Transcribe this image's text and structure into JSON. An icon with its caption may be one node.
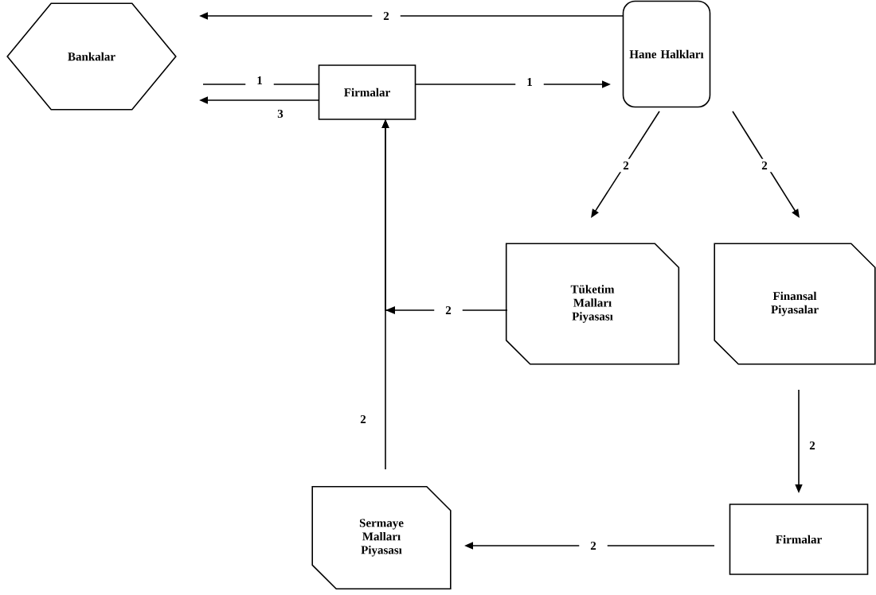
{
  "diagram": {
    "nodes": [
      {
        "text": [
          "Bankalar"
        ]
      },
      {
        "text": [
          "Firmalar"
        ]
      },
      {
        "text": [
          "Hane Halkları"
        ]
      },
      {
        "text": [
          "Tüketim Malları Piyasası"
        ]
      },
      {
        "text": [
          "Finansal Piyasalar"
        ]
      },
      {
        "text": [
          "Sermaye Malları Piyasası"
        ]
      },
      {
        "text": [
          "Firmalar"
        ]
      }
    ],
    "edges": [
      {
        "from": 2,
        "to": 0,
        "arrow": "to",
        "label": "2"
      },
      {
        "from": 1,
        "to": 0,
        "arrow": "none",
        "label": "1"
      },
      {
        "from": 1,
        "to": 0,
        "arrow": "to",
        "label": "3"
      },
      {
        "from": 1,
        "to": 2,
        "arrow": "to",
        "label": "1"
      },
      {
        "from": 2,
        "to": 3,
        "arrow": "to",
        "label": "2"
      },
      {
        "from": 2,
        "to": 4,
        "arrow": "to",
        "label": "2"
      },
      {
        "from": 3,
        "to": 1,
        "arrow": "to",
        "label": "2"
      },
      {
        "from": 5,
        "to": 1,
        "arrow": "to",
        "label": "2"
      },
      {
        "from": 4,
        "to": 6,
        "arrow": "to",
        "label": "2"
      },
      {
        "from": 6,
        "to": 5,
        "arrow": "to",
        "label": "2"
      }
    ]
  }
}
